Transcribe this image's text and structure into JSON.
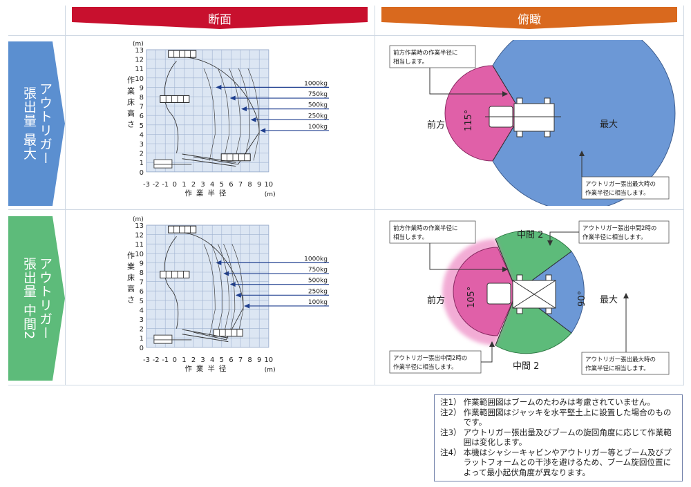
{
  "headers": {
    "section": "断面",
    "overhead": "俯瞰",
    "colors": {
      "section": "#c8102e",
      "overhead": "#d9691e",
      "row_max": "#5b8fd0",
      "row_mid": "#5dbb7a"
    }
  },
  "rows": [
    {
      "label_lines": [
        "アウトリガー",
        "張出量 最大"
      ],
      "section": {
        "y_unit": "(m)",
        "x_unit": "(m)",
        "y_axis_label": [
          "作",
          "業",
          "床",
          "高",
          "さ"
        ],
        "x_axis_label": "作業半径",
        "y_ticks": [
          "13",
          "12",
          "11",
          "10",
          "9",
          "8",
          "7",
          "6",
          "5",
          "4",
          "3",
          "2",
          "1",
          "0"
        ],
        "x_ticks": [
          "-3",
          "-2",
          "-1",
          "0",
          "1",
          "2",
          "3",
          "4",
          "5",
          "6",
          "7",
          "8",
          "9",
          "10"
        ],
        "loads": [
          {
            "label": "1000kg",
            "radius": 4.3
          },
          {
            "label": "750kg",
            "radius": 5.8
          },
          {
            "label": "500kg",
            "radius": 7.0
          },
          {
            "label": "250kg",
            "radius": 8.0
          },
          {
            "label": "100kg",
            "radius": 9.0
          }
        ]
      },
      "overhead": {
        "front_label": "前方",
        "front_angle": "115°",
        "right_label": "最大",
        "callout_front": [
          "前方作業時の作業半径に",
          "相当します。"
        ],
        "callout_right": [
          "アウトリガー張出最大時の",
          "作業半径に相当します。"
        ]
      }
    },
    {
      "label_lines": [
        "アウトリガー",
        "張出量 中間2"
      ],
      "section": {
        "y_unit": "(m)",
        "x_unit": "(m)",
        "y_axis_label": [
          "作",
          "業",
          "床",
          "高",
          "さ"
        ],
        "x_axis_label": "作業半径",
        "y_ticks": [
          "13",
          "12",
          "11",
          "10",
          "9",
          "8",
          "7",
          "6",
          "5",
          "4",
          "3",
          "2",
          "1",
          "0"
        ],
        "x_ticks": [
          "-3",
          "-2",
          "-1",
          "0",
          "1",
          "2",
          "3",
          "4",
          "5",
          "6",
          "7",
          "8",
          "9",
          "10"
        ],
        "loads": [
          {
            "label": "1000kg",
            "radius": 4.3
          },
          {
            "label": "750kg",
            "radius": 5.1
          },
          {
            "label": "500kg",
            "radius": 5.8
          },
          {
            "label": "250kg",
            "radius": 6.4
          },
          {
            "label": "100kg",
            "radius": 7.3
          }
        ]
      },
      "overhead": {
        "front_label": "前方",
        "front_angle": "105°",
        "right_label": "最大",
        "right_angle": "90°",
        "top_label": "中間 2",
        "bottom_label": "中間 2",
        "callout_front": [
          "前方作業時の作業半径に",
          "相当します。"
        ],
        "callout_top": [
          "アウトリガー張出中間2時の",
          "作業半径に相当します。"
        ],
        "callout_bottom": [
          "アウトリガー張出中間2時の",
          "作業半径に相当します。"
        ],
        "callout_right": [
          "アウトリガー張出最大時の",
          "作業半径に相当します。"
        ]
      }
    }
  ],
  "notes": [
    {
      "label": "注1）",
      "text": "作業範囲図はブームのたわみは考慮されていません。"
    },
    {
      "label": "注2）",
      "text": "作業範囲図はジャッキを水平堅土上に設置した場合のものです。"
    },
    {
      "label": "注3）",
      "text": "アウトリガー張出量及びブームの旋回角度に応じて作業範囲は変化します。"
    },
    {
      "label": "注4）",
      "text": "本機はシャシーキャビンやアウトリガー等とブーム及びプラットフォームとの干渉を避けるため、ブーム旋回位置によって最小起伏角度が異なります。"
    }
  ]
}
